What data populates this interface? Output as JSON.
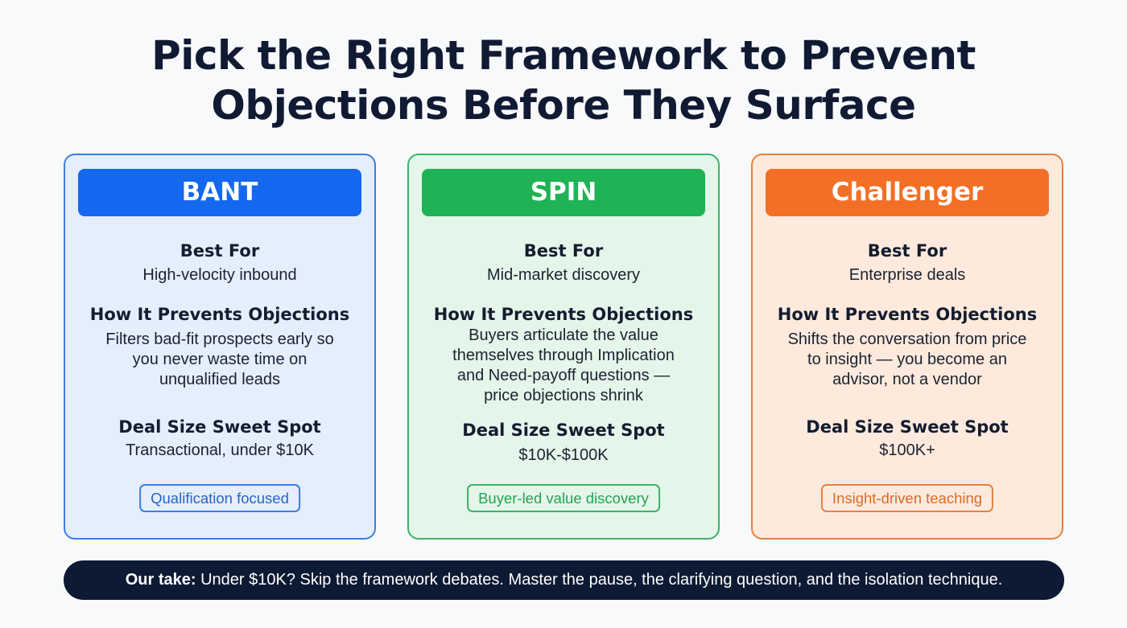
{
  "title": {
    "line1": "Pick the Right Framework to Prevent",
    "line2": "Objections Before They Surface"
  },
  "cards": [
    {
      "name": "BANT",
      "color": "#1468f0",
      "best_for_label": "Best For",
      "best_for": "High-velocity inbound",
      "prevents_label": "How It Prevents Objections",
      "prevents_lines": [
        "Filters bad-fit prospects early so",
        "you never waste time on",
        "unqualified leads"
      ],
      "deal_label": "Deal Size Sweet Spot",
      "deal": "Transactional, under $10K",
      "badge": "Qualification focused"
    },
    {
      "name": "SPIN",
      "color": "#1fb355",
      "best_for_label": "Best For",
      "best_for": "Mid-market discovery",
      "prevents_label": "How It Prevents Objections",
      "prevents_lines": [
        "Buyers articulate the value",
        "themselves through Implication",
        "and Need-payoff questions —",
        "price objections shrink"
      ],
      "deal_label": "Deal Size Sweet Spot",
      "deal": "$10K-$100K",
      "badge": "Buyer-led value discovery"
    },
    {
      "name": "Challenger",
      "color": "#f26f25",
      "best_for_label": "Best For",
      "best_for": "Enterprise deals",
      "prevents_label": "How It Prevents Objections",
      "prevents_lines": [
        "Shifts the conversation from price",
        "to insight — you become an",
        "advisor, not a vendor"
      ],
      "deal_label": "Deal Size Sweet Spot",
      "deal": "$100K+",
      "badge": "Insight-driven teaching"
    }
  ],
  "takeaway": {
    "label": "Our take:",
    "text": " Under $10K? Skip the framework debates. Master the pause, the clarifying question, and the isolation technique."
  }
}
